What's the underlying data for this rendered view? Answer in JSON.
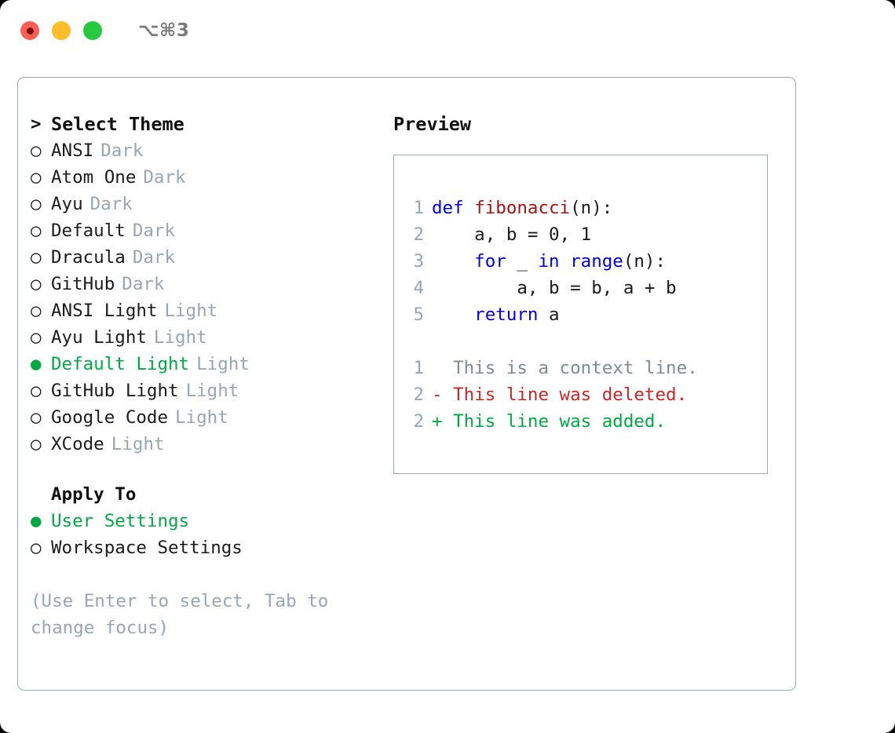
{
  "window": {
    "title": "⌥⌘3",
    "traffic_lights": [
      "close-red",
      "minimize-yellow",
      "maximize-green"
    ]
  },
  "theme_picker": {
    "header_prefix": ">",
    "header": "Select Theme",
    "items": [
      {
        "marker": "○",
        "name": "ANSI",
        "tag": "Dark",
        "selected": false
      },
      {
        "marker": "○",
        "name": "Atom One",
        "tag": "Dark",
        "selected": false
      },
      {
        "marker": "○",
        "name": "Ayu",
        "tag": "Dark",
        "selected": false
      },
      {
        "marker": "○",
        "name": "Default",
        "tag": "Dark",
        "selected": false
      },
      {
        "marker": "○",
        "name": "Dracula",
        "tag": "Dark",
        "selected": false
      },
      {
        "marker": "○",
        "name": "GitHub",
        "tag": "Dark",
        "selected": false
      },
      {
        "marker": "○",
        "name": "ANSI Light",
        "tag": "Light",
        "selected": false
      },
      {
        "marker": "○",
        "name": "Ayu Light",
        "tag": "Light",
        "selected": false
      },
      {
        "marker": "●",
        "name": "Default Light",
        "tag": "Light",
        "selected": true
      },
      {
        "marker": "○",
        "name": "GitHub Light",
        "tag": "Light",
        "selected": false
      },
      {
        "marker": "○",
        "name": "Google Code",
        "tag": "Light",
        "selected": false
      },
      {
        "marker": "○",
        "name": "XCode",
        "tag": "Light",
        "selected": false
      }
    ]
  },
  "apply_to": {
    "header": "Apply To",
    "options": [
      {
        "marker": "●",
        "label": "User Settings",
        "selected": true
      },
      {
        "marker": "○",
        "label": "Workspace Settings",
        "selected": false
      }
    ]
  },
  "hint": "(Use Enter to select, Tab to change focus)",
  "preview": {
    "title": "Preview",
    "code_lines": [
      {
        "num": "1",
        "segments": [
          {
            "text": "def ",
            "style": "kw"
          },
          {
            "text": "fibonacci",
            "style": "fn"
          },
          {
            "text": "(n):",
            "style": "plain"
          }
        ]
      },
      {
        "num": "2",
        "segments": [
          {
            "text": "    a, b = 0, 1",
            "style": "plain"
          }
        ]
      },
      {
        "num": "3",
        "segments": [
          {
            "text": "    for",
            "style": "kw"
          },
          {
            "text": " _ ",
            "style": "plain"
          },
          {
            "text": "in ",
            "style": "kw"
          },
          {
            "text": "range",
            "style": "kw"
          },
          {
            "text": "(n):",
            "style": "plain"
          }
        ]
      },
      {
        "num": "4",
        "segments": [
          {
            "text": "        a, b = b, a + b",
            "style": "plain"
          }
        ]
      },
      {
        "num": "5",
        "segments": [
          {
            "text": "    return",
            "style": "kw"
          },
          {
            "text": " a",
            "style": "plain"
          }
        ]
      }
    ],
    "diff_lines": [
      {
        "num": "1",
        "sign": " ",
        "text": "This is a context line.",
        "style": "ctx"
      },
      {
        "num": "2",
        "sign": "-",
        "text": "This line was deleted.",
        "style": "del"
      },
      {
        "num": "2",
        "sign": "+",
        "text": "This line was added.",
        "style": "add"
      }
    ]
  },
  "colors": {
    "accent_green": "#00a845",
    "muted": "#9aa5b4",
    "keyword": "#0000dd",
    "function": "#a31515",
    "deleted": "#c62828",
    "added": "#00a845",
    "border": "#9aa6b5",
    "light_red": "#FF5F57",
    "light_yellow": "#FFBD2E",
    "light_green": "#28C840"
  }
}
